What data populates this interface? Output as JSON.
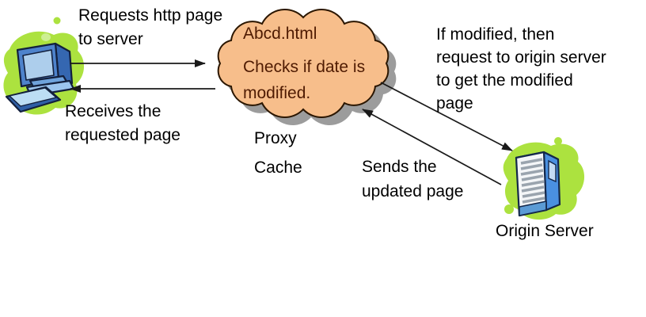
{
  "colors": {
    "background": "#FFFFFF",
    "blob_green": "#ACE23F",
    "blob_green_light": "#CDEF92",
    "cloud_fill": "#F7BE8B",
    "cloud_shadow": "#9C9C9C",
    "cloud_text": "#4F1B02",
    "label_text": "#000000",
    "computer_blue": "#4E83CC",
    "server_blue": "#4A90E0",
    "arrow_color": "#1A1A1A"
  },
  "diagram": {
    "labels": {
      "request": "Requests http page\nto server",
      "receive": "Receives the\nrequested page",
      "cloud_file": "Abcd.html",
      "cloud_check": "Checks if date is\nmodified.",
      "proxy_cache": "Proxy\nCache",
      "if_modified": "If modified, then\nrequest to origin server\nto get the modified\npage",
      "sends_updated": "Sends the\nupdated page",
      "origin_server": "Origin Server"
    },
    "nodes": [
      {
        "id": "client",
        "type": "computer"
      },
      {
        "id": "proxy-cache",
        "type": "cloud"
      },
      {
        "id": "origin-server",
        "type": "server"
      }
    ]
  }
}
